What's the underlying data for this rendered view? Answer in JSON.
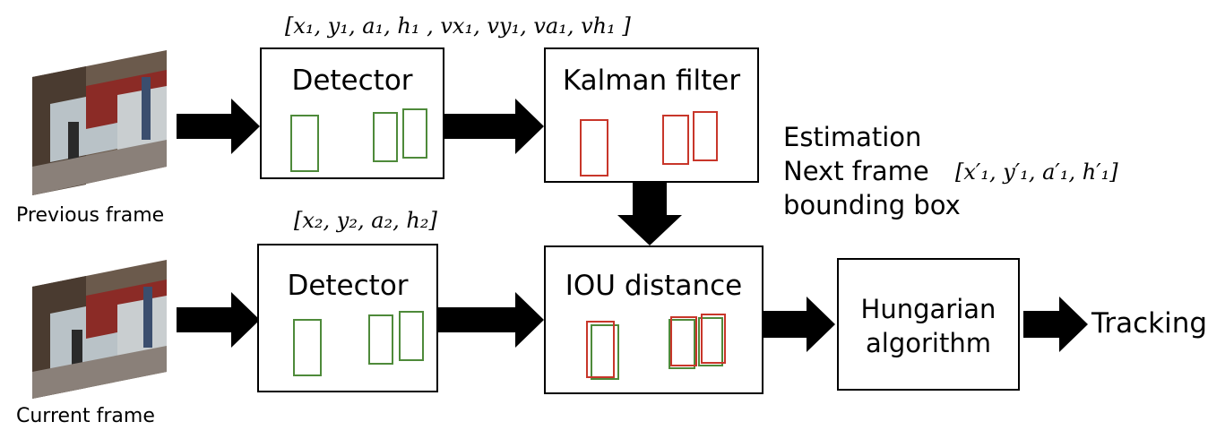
{
  "colors": {
    "detect": "#4e8a3a",
    "kalman": "#c8362a",
    "stroke": "#000000"
  },
  "frames": {
    "previous_label": "Previous frame",
    "current_label": "Current frame"
  },
  "detector_top": {
    "title": "Detector",
    "state_vector": "[x₁, y₁, a₁, h₁ , vx₁, vy₁, va₁, vh₁ ]"
  },
  "kalman": {
    "title": "Kalman filter"
  },
  "estimation": {
    "line1": "Estimation",
    "line2": "Next frame",
    "vector": "[x′₁, y′₁, a′₁, h′₁]",
    "line3": "bounding box"
  },
  "detector_bottom": {
    "title": "Detector",
    "state_vector": "[x₂, y₂, a₂, h₂]"
  },
  "iou": {
    "title": "IOU distance"
  },
  "hungarian": {
    "line1": "Hungarian",
    "line2": "algorithm"
  },
  "output": {
    "label": "Tracking"
  }
}
